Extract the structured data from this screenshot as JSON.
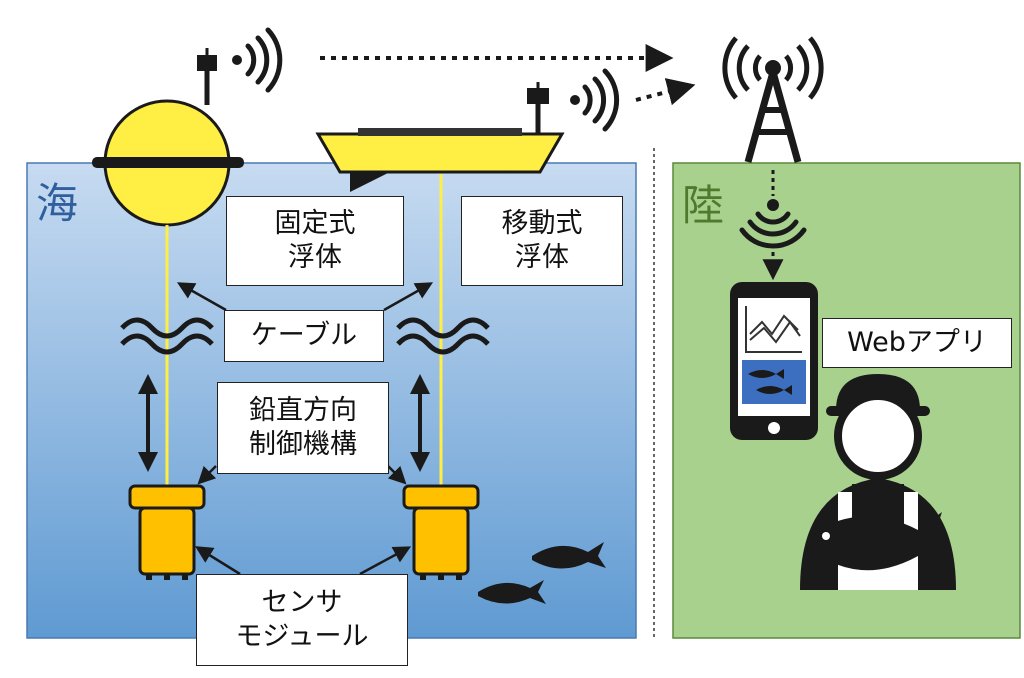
{
  "regions": {
    "sea": {
      "label": "海",
      "color": "#2f5f9e"
    },
    "land": {
      "label": "陸",
      "color": "#4f7a2e"
    }
  },
  "labels": {
    "fixed_buoy": [
      "固定式",
      "浮体"
    ],
    "mobile_buoy": [
      "移動式",
      "浮体"
    ],
    "cable": [
      "ケーブル"
    ],
    "vertical_control": [
      "鉛直方向",
      "制御機構"
    ],
    "sensor_module": [
      "センサ",
      "モジュール"
    ],
    "web_app": [
      "Webアプリ"
    ]
  },
  "colors": {
    "sea_top": "#c7dbf1",
    "sea_bottom": "#5f9ad2",
    "land_fill": "#a9d18e",
    "buoy_yellow": "#ffee44",
    "sensor_orange": "#ffc000",
    "ink": "#1a1a1a"
  },
  "icons": [
    "antenna-icon",
    "wireless-signal-icon",
    "radio-tower-icon",
    "smartphone-icon",
    "line-chart-icon",
    "fish-icon",
    "fisherman-icon",
    "wave-icon",
    "double-arrow-icon"
  ]
}
